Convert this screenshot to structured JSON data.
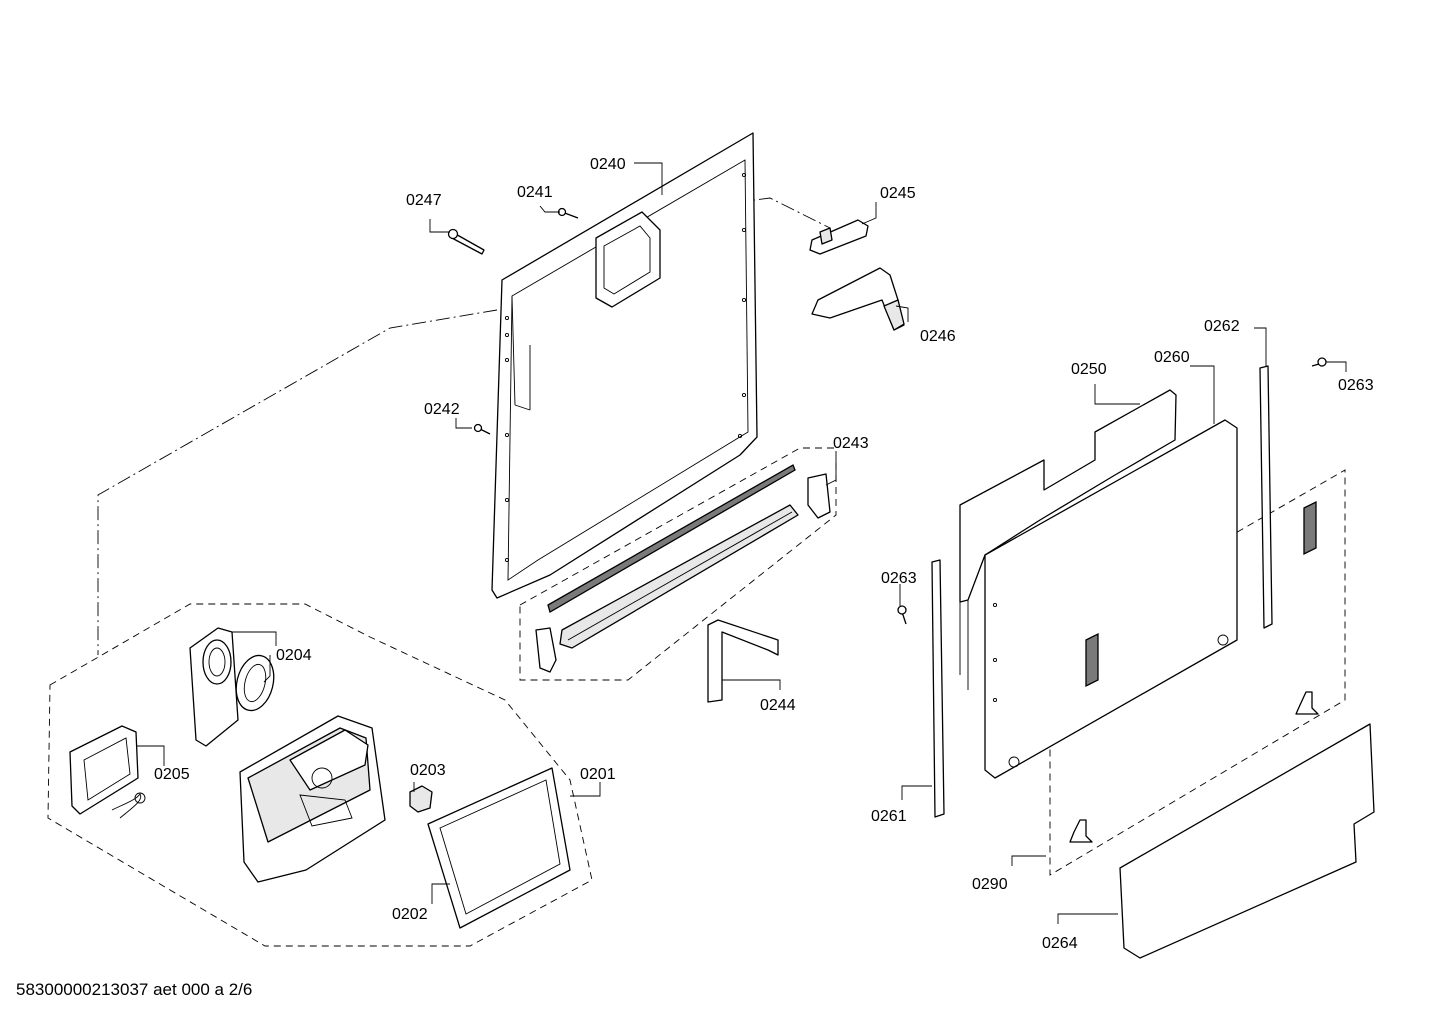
{
  "document_id": "58300000213037 aet 000 a 2/6",
  "labels": {
    "p0240": "0240",
    "p0241": "0241",
    "p0247": "0247",
    "p0245": "0245",
    "p0246": "0246",
    "p0242": "0242",
    "p0243": "0243",
    "p0244": "0244",
    "p0204": "0204",
    "p0205": "0205",
    "p0203": "0203",
    "p0201": "0201",
    "p0202": "0202",
    "p0250": "0250",
    "p0260": "0260",
    "p0262": "0262",
    "p0263a": "0263",
    "p0263b": "0263",
    "p0261": "0261",
    "p0290": "0290",
    "p0264": "0264"
  }
}
